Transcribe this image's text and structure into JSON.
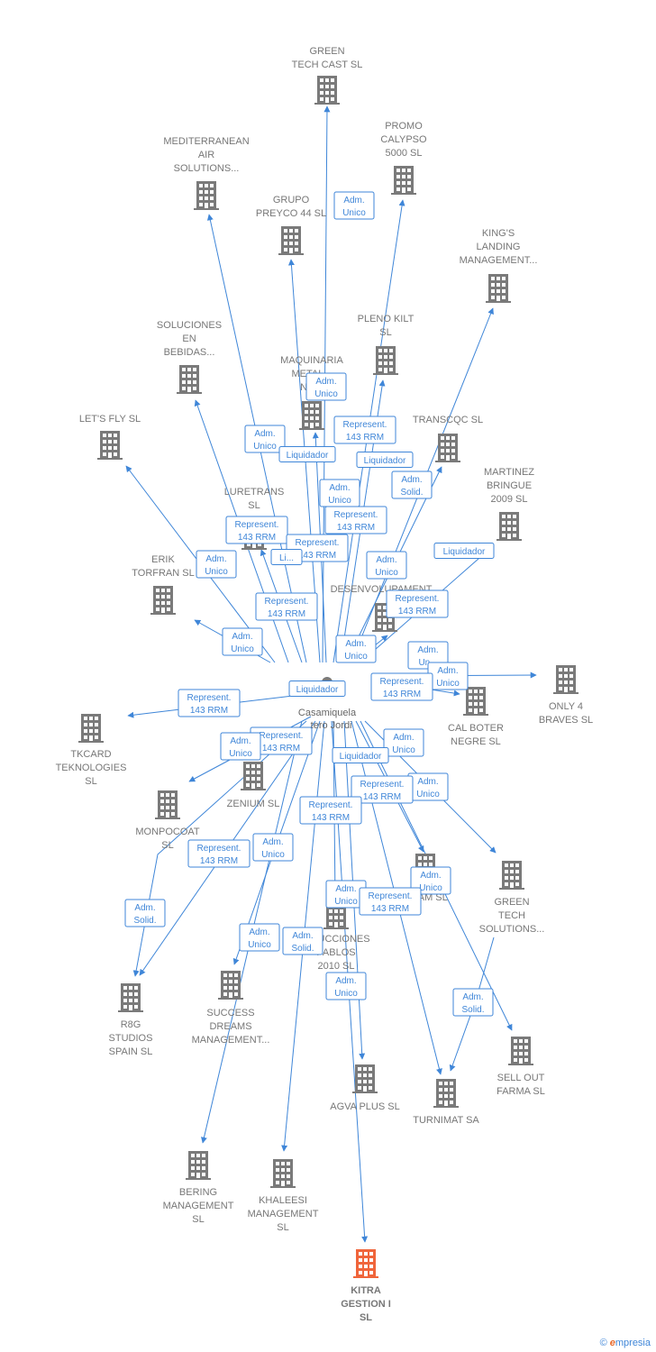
{
  "colors": {
    "edge": "#3f86d8",
    "building": "#7a7a7a",
    "target": "#f0653b",
    "person": "#7a7a7a"
  },
  "person": {
    "name_lines": [
      "Casamiquela",
      "...tero Jordi"
    ],
    "icon": "person-icon"
  },
  "companies": [
    {
      "id": "green-tech-cast",
      "lines": [
        "GREEN",
        "TECH CAST  SL"
      ]
    },
    {
      "id": "promo-calypso",
      "lines": [
        "PROMO",
        "CALYPSO",
        "5000 SL"
      ]
    },
    {
      "id": "mediterranean-air",
      "lines": [
        "MEDITERRANEAN",
        "AIR",
        "SOLUTIONS..."
      ]
    },
    {
      "id": "grupo-preyco",
      "lines": [
        "GRUPO",
        "PREYCO 44 SL"
      ]
    },
    {
      "id": "kings-landing",
      "lines": [
        "KING'S",
        "LANDING",
        "MANAGEMENT..."
      ]
    },
    {
      "id": "soluciones-bebidas",
      "lines": [
        "SOLUCIONES",
        "EN",
        "BEBIDAS..."
      ]
    },
    {
      "id": "pleno-kilt",
      "lines": [
        "PLENO KILT",
        "SL"
      ]
    },
    {
      "id": "maquinaria",
      "lines": [
        "MAQUINARIA",
        "METAL...",
        "NO..."
      ]
    },
    {
      "id": "lets-fly",
      "lines": [
        "LET'S FLY SL"
      ]
    },
    {
      "id": "transcqc",
      "lines": [
        "TRANSCQC  SL"
      ]
    },
    {
      "id": "martinez-bringue",
      "lines": [
        "MARTINEZ",
        "BRINGUE",
        "2009 SL"
      ]
    },
    {
      "id": "luretrans",
      "lines": [
        "LURETRANS",
        "SL"
      ]
    },
    {
      "id": "erik-torfran",
      "lines": [
        "ERIK",
        "TORFRAN  SL"
      ]
    },
    {
      "id": "desenvolupament",
      "lines": [
        "PR...A",
        "DESENVOLUPAMENT..."
      ]
    },
    {
      "id": "only4braves",
      "lines": [
        "ONLY 4",
        "BRAVES  SL"
      ]
    },
    {
      "id": "cal-boter",
      "lines": [
        "CAL BOTER",
        "NEGRE SL"
      ]
    },
    {
      "id": "tkcard",
      "lines": [
        "TKCARD",
        "TEKNOLOGIES",
        "SL"
      ]
    },
    {
      "id": "zenium",
      "lines": [
        "ZENIUM SL"
      ]
    },
    {
      "id": "monpocoat",
      "lines": [
        "MONPOCOAT",
        "SL"
      ]
    },
    {
      "id": "team",
      "lines": [
        "...EAM  SL"
      ]
    },
    {
      "id": "green-tech-solutions",
      "lines": [
        "GREEN",
        "TECH",
        "SOLUTIONS..."
      ]
    },
    {
      "id": "construcciones-pablos",
      "lines": [
        "...RUCCIONES",
        "PABLOS",
        "2010 SL"
      ]
    },
    {
      "id": "r8g-studios",
      "lines": [
        "R8G",
        "STUDIOS",
        "SPAIN  SL"
      ]
    },
    {
      "id": "success-dreams",
      "lines": [
        "SUCCESS",
        "DREAMS",
        "MANAGEMENT..."
      ]
    },
    {
      "id": "sell-out-farma",
      "lines": [
        "SELL OUT",
        "FARMA  SL"
      ]
    },
    {
      "id": "agva-plus",
      "lines": [
        "AGVA PLUS  SL"
      ]
    },
    {
      "id": "turnimat",
      "lines": [
        "TURNIMAT SA"
      ]
    },
    {
      "id": "bering",
      "lines": [
        "BERING",
        "MANAGEMENT",
        "SL"
      ]
    },
    {
      "id": "khaleesi",
      "lines": [
        "KHALEESI",
        "MANAGEMENT",
        "SL"
      ]
    },
    {
      "id": "kitra",
      "lines": [
        "KITRA",
        "GESTION I",
        "SL"
      ],
      "highlight": true
    }
  ],
  "badges": [
    [
      "Adm.",
      "Unico"
    ],
    [
      "Adm.",
      "Unico"
    ],
    [
      "Represent.",
      "143 RRM"
    ],
    [
      "Adm.",
      "Unico"
    ],
    [
      "Liquidador"
    ],
    [
      "Liquidador"
    ],
    [
      "Adm.",
      "Solid."
    ],
    [
      "Adm.",
      "Unico"
    ],
    [
      "Represent.",
      "143 RRM"
    ],
    [
      "Represent.",
      "143 RRM"
    ],
    [
      "Liquidador"
    ],
    [
      "Represent.",
      "143 RRM"
    ],
    [
      "Adm.",
      "Unico"
    ],
    [
      "Li..."
    ],
    [
      "Adm.",
      "Unico"
    ],
    [
      "Represent.",
      "143 RRM"
    ],
    [
      "Represent.",
      "143 RRM"
    ],
    [
      "Adm.",
      "Unico"
    ],
    [
      "Adm.",
      "Unico"
    ],
    [
      "Adm.",
      "Un..."
    ],
    [
      "Adm.",
      "Unico"
    ],
    [
      "Represent.",
      "143 RRM"
    ],
    [
      "Liquidador"
    ],
    [
      "Represent.",
      "143 RRM"
    ],
    [
      "Represent.",
      "143 RRM"
    ],
    [
      "Adm.",
      "Unico"
    ],
    [
      "Adm.",
      "Unico"
    ],
    [
      "Liquidador"
    ],
    [
      "Adm.",
      "Unico"
    ],
    [
      "Represent.",
      "143 RRM"
    ],
    [
      "Represent.",
      "143 RRM"
    ],
    [
      "Represent.",
      "143 RRM"
    ],
    [
      "Adm.",
      "Unico"
    ],
    [
      "Adm.",
      "Unico"
    ],
    [
      "Adm.",
      "Unico"
    ],
    [
      "Represent.",
      "143 RRM"
    ],
    [
      "Adm.",
      "Solid."
    ],
    [
      "Adm.",
      "Unico"
    ],
    [
      "Adm.",
      "Solid."
    ],
    [
      "Adm.",
      "Unico"
    ],
    [
      "Adm.",
      "Solid."
    ]
  ],
  "footer": {
    "copyright": "©",
    "brand_initial": "e",
    "brand_rest": "mpresia"
  }
}
